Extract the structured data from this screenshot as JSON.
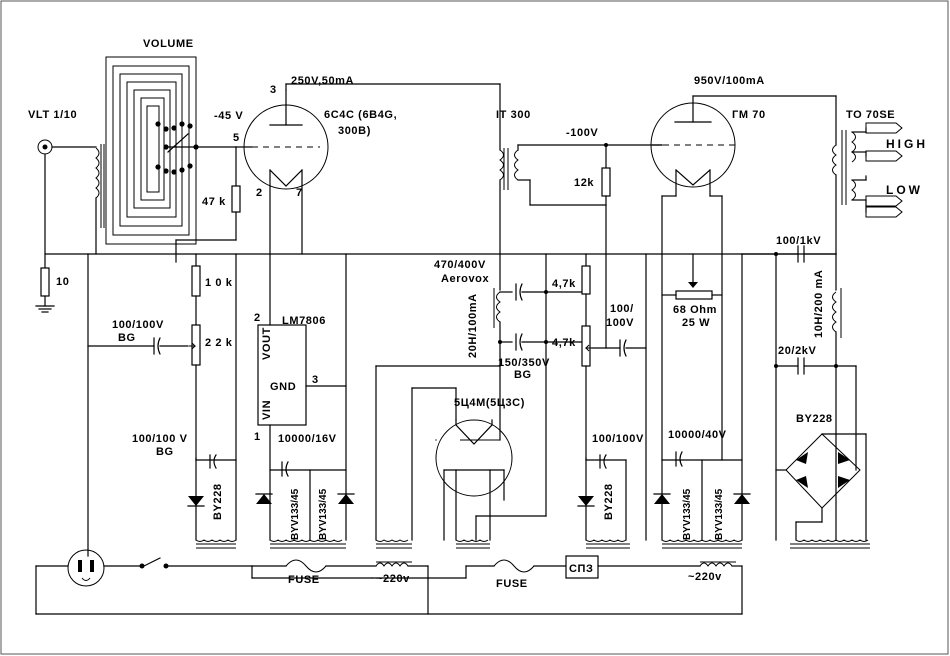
{
  "labels": {
    "volume": "VOLUME",
    "input": "VLT 1/10",
    "r10": "10",
    "r47k": "47 k",
    "bias_v": "-45 V",
    "pin5": "5",
    "pin3": "3",
    "pin2": "2",
    "pin7": "7",
    "drv_supply": "250V,50mA",
    "drv_tube": "6C4C (6B4G,",
    "drv_tube2": "300B)",
    "it": "IT 300",
    "grid_v": "-100V",
    "r12k": "12k",
    "out_supply": "950V/100mA",
    "out_tube": "ГМ 70",
    "out_tx": "TO 70SE",
    "high": "HIGH",
    "low": "LOW",
    "r10k": "1 0 k",
    "r22k": "2 2 k",
    "c_in": "100/100V",
    "c_in_bg": "BG",
    "lm": "LM7806",
    "vout": "VOUT",
    "gnd": "GND",
    "vin": "VIN",
    "lm_pin2": "2",
    "lm_pin3": "3",
    "lm_pin1": "1",
    "c_reg": "10000/16V",
    "c_left": "100/100 V",
    "c_left_bg": "BG",
    "d_left": "BY228",
    "d_reg1": "BYV133/45",
    "d_reg2": "BYV133/45",
    "c_aerovox": "470/400V",
    "aerovox": "Aerovox",
    "choke": "20H/100mA",
    "r47a": "4,7k",
    "r47b": "4,7k",
    "c_bias": "100/",
    "c_bias2": "100V",
    "c_150": "150/350V",
    "c_150bg": "BG",
    "rect": "5Ц4М(5Ц3С)",
    "c_mid": "100/100V",
    "d_mid": "BY228",
    "c_fil": "10000/40V",
    "d_fil1": "BYV133/45",
    "d_fil2": "BYV133/45",
    "pot": "68 Ohm",
    "pot_w": "25 W",
    "c_1kv": "100/1kV",
    "choke_hv": "10H/200 mA",
    "c_2kv": "20/2kV",
    "bridge": "BY228",
    "fuse1": "FUSE",
    "fuse2": "FUSE",
    "mains1": "~220v",
    "mains2": "~220v",
    "spz": "СПЗ"
  }
}
